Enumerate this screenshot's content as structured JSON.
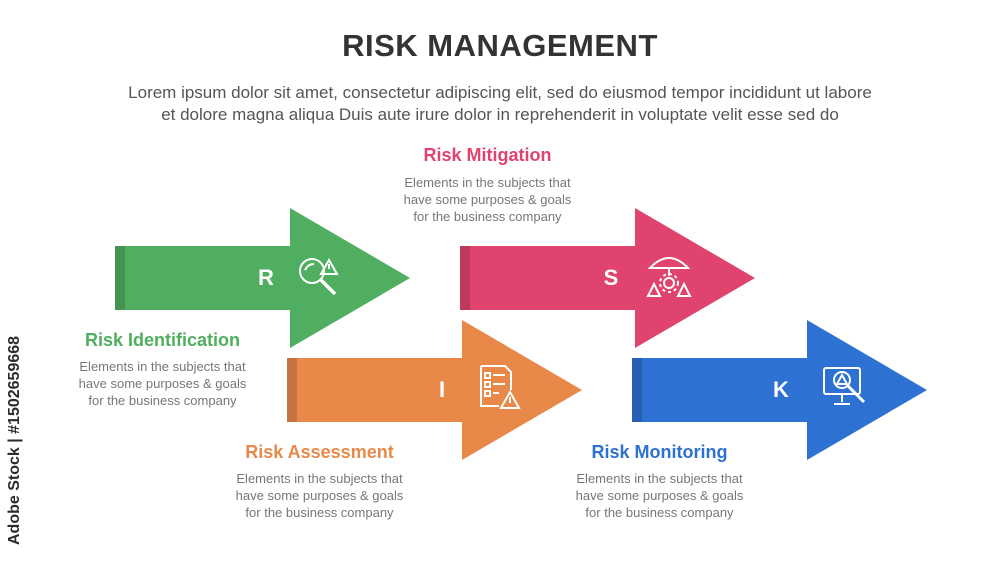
{
  "header": {
    "title": "RISK MANAGEMENT",
    "subtitle_line1": "Lorem ipsum dolor sit amet, consectetur adipiscing elit, sed do eiusmod tempor incididunt ut labore",
    "subtitle_line2": "et dolore magna aliqua Duis aute irure dolor in reprehenderit in voluptate velit esse sed do"
  },
  "steps": [
    {
      "letter": "R",
      "title": "Risk Identification",
      "desc": "Elements in the subjects that\nhave  some purposes & goals\nfor the  business company",
      "color": "#4fae5f",
      "icon": "magnifier-warning-icon"
    },
    {
      "letter": "I",
      "title": "Risk Assessment",
      "desc": "Elements in the subjects that\nhave  some purposes & goals\nfor the  business company",
      "color": "#e8894a",
      "icon": "checklist-warning-icon"
    },
    {
      "letter": "S",
      "title": "Risk Mitigation",
      "desc": "Elements in the subjects that\nhave  some purposes & goals\nfor the  business company",
      "color": "#e0436d",
      "icon": "umbrella-gear-icon"
    },
    {
      "letter": "K",
      "title": "Risk Monitoring",
      "desc": "Elements in the subjects that\nhave  some purposes & goals\nfor the  business company",
      "color": "#2d72d2",
      "icon": "monitor-warning-icon"
    }
  ],
  "credit": "Adobe Stock | #1502659668"
}
